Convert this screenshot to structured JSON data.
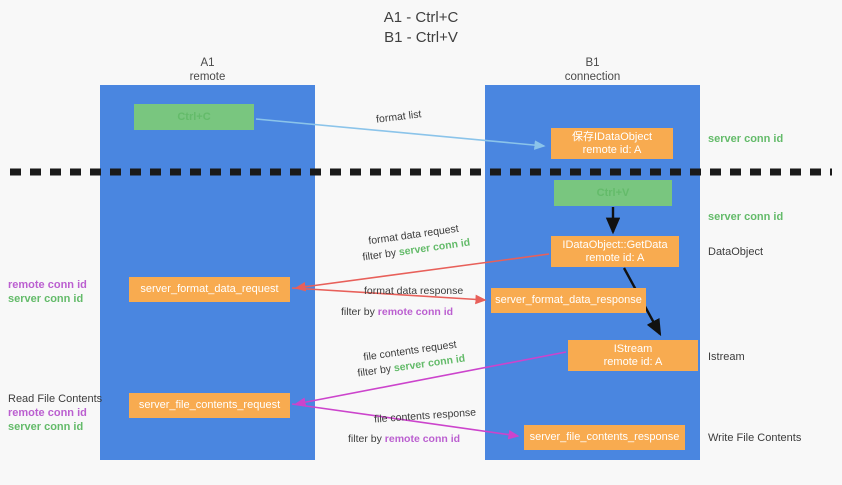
{
  "title": {
    "line1": "A1 - Ctrl+C",
    "line2": "B1 - Ctrl+V"
  },
  "lanes": [
    {
      "name": "A1",
      "sub": "remote",
      "color": "#4a86e0"
    },
    {
      "name": "B1",
      "sub": "connection",
      "color": "#4a86e0"
    }
  ],
  "colors": {
    "lane": "#4a86e0",
    "orange_box": "#f8ab50",
    "green_box": "#79c67f",
    "server_conn_id": "#64bb6a",
    "remote_conn_id": "#bb5fd0",
    "arrow_format_list": "#8bc4ea",
    "arrow_format_data": "#e8605a",
    "arrow_file_contents": "#cc44cc",
    "arrow_internal": "#111111",
    "divider": "#1a1a1a",
    "background": "#f8f8f8"
  },
  "boxes": {
    "ctrl_c": {
      "line1": "Ctrl+C",
      "style": "green"
    },
    "save_idataobject": {
      "line1": "保存IDataObject",
      "line2": "remote id: A",
      "style": "orange"
    },
    "ctrl_v": {
      "line1": "Ctrl+V",
      "style": "green"
    },
    "getdata": {
      "line1": "IDataObject::GetData",
      "line2": "remote id: A",
      "style": "orange"
    },
    "format_data_request": {
      "line1": "server_format_data_request",
      "style": "orange"
    },
    "format_data_response": {
      "line1": "server_format_data_response",
      "style": "orange"
    },
    "istream": {
      "line1": "IStream",
      "line2": "remote id: A",
      "style": "orange"
    },
    "file_contents_request": {
      "line1": "server_file_contents_request",
      "style": "orange"
    },
    "file_contents_response": {
      "line1": "server_file_contents_response",
      "style": "orange"
    }
  },
  "arrow_labels": {
    "format_list": "format list",
    "format_data_request": "format data request",
    "format_data_request_filter_prefix": "filter by ",
    "format_data_request_filter_value": "server conn id",
    "format_data_response": "format data response",
    "format_data_response_filter_prefix": "filter by ",
    "format_data_response_filter_value": "remote conn id",
    "file_contents_request": "file contents request",
    "file_contents_request_filter_prefix": "filter by ",
    "file_contents_request_filter_value": "server conn id",
    "file_contents_response": "file contents response",
    "file_contents_response_filter_prefix": "filter by ",
    "file_contents_response_filter_value": "remote conn id"
  },
  "side_labels": {
    "left_remote_conn_id": "remote conn id",
    "left_server_conn_id": "server conn id",
    "read_file_contents": "Read File Contents",
    "left2_remote_conn_id": "remote conn id",
    "left2_server_conn_id": "server conn id",
    "right_server_conn_id_1": "server conn id",
    "right_server_conn_id_2": "server conn id",
    "dataobject": "DataObject",
    "istream": "Istream",
    "write_file_contents": "Write File Contents"
  }
}
